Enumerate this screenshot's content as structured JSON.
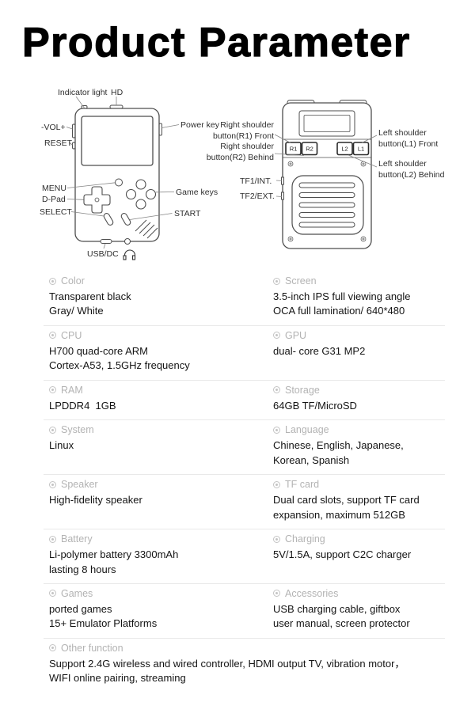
{
  "title": "Product Parameter",
  "diagram": {
    "front": {
      "indicator_light": "Indicator light",
      "hd": "HD",
      "power_key": "Power key",
      "vol": "-VOL+",
      "reset": "RESET",
      "menu": "MENU",
      "dpad": "D-Pad",
      "select": "SELECT",
      "usb_dc": "USB/DC",
      "game_keys": "Game keys",
      "start": "START"
    },
    "back": {
      "r1_front": "Right shoulder\nbutton(R1) Front",
      "r2_behind": "Right shoulder\nbutton(R2) Behind",
      "tf1": "TF1/INT.",
      "tf2": "TF2/EXT.",
      "l1_front": "Left shoulder\nbutton(L1) Front",
      "l2_behind": "Left shoulder\nbutton(L2) Behind",
      "btn_r1": "R1",
      "btn_r2": "R2",
      "btn_l2": "L2",
      "btn_l1": "L1"
    }
  },
  "specs": {
    "rows": [
      {
        "left": {
          "title": "Color",
          "body": "Transparent black\nGray/ White"
        },
        "right": {
          "title": "Screen",
          "body": "3.5-inch IPS full viewing angle\nOCA full lamination/ 640*480"
        }
      },
      {
        "left": {
          "title": "CPU",
          "body": "H700 quad-core ARM\nCortex-A53, 1.5GHz frequency"
        },
        "right": {
          "title": "GPU",
          "body": "dual- core G31 MP2"
        }
      },
      {
        "left": {
          "title": "RAM",
          "body": "LPDDR4  1GB"
        },
        "right": {
          "title": "Storage",
          "body": "64GB TF/MicroSD"
        }
      },
      {
        "left": {
          "title": "System",
          "body": "Linux"
        },
        "right": {
          "title": "Language",
          "body": "Chinese, English, Japanese,\nKorean, Spanish"
        }
      },
      {
        "left": {
          "title": "Speaker",
          "body": "High-fidelity speaker"
        },
        "right": {
          "title": "TF card",
          "body": "Dual card slots, support TF card\nexpansion, maximum 512GB"
        }
      },
      {
        "left": {
          "title": "Battery",
          "body": "Li-polymer battery 3300mAh\nlasting 8 hours"
        },
        "right": {
          "title": "Charging",
          "body": "5V/1.5A, support C2C charger"
        }
      },
      {
        "left": {
          "title": "Games",
          "body": "ported games\n15+ Emulator Platforms"
        },
        "right": {
          "title": "Accessories",
          "body": "USB charging cable, giftbox\nuser manual, screen protector"
        }
      }
    ],
    "footer": {
      "title": "Other function",
      "body": "Support 2.4G wireless and wired controller, HDMI output TV, vibration motor，\nWIFI online pairing, streaming"
    }
  }
}
